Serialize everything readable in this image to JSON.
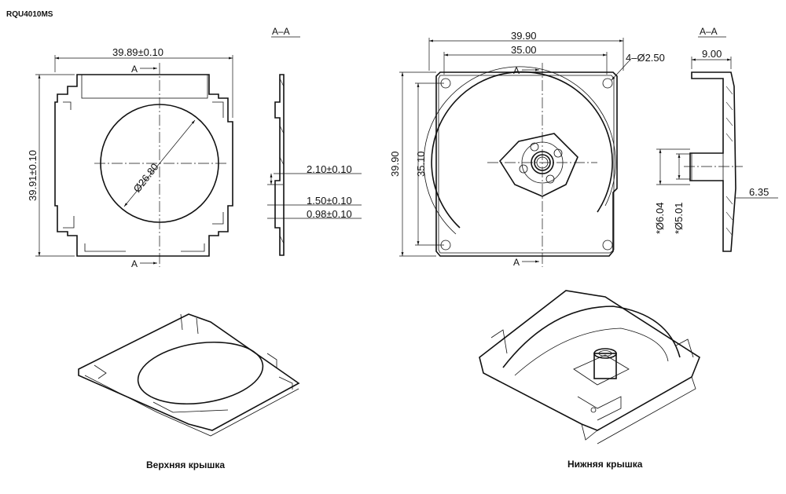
{
  "model": "RQU4010MS",
  "top_cover": {
    "caption": "Верхняя крышка",
    "width_dim": "39.89±0.10",
    "height_dim": "39.91±0.10",
    "diameter_dim": "Ø26.80",
    "section_mark": "A"
  },
  "section_top": {
    "title": "A–A",
    "dim_1": "2.10±0.10",
    "dim_2": "1.50±0.10",
    "dim_3": "0.98±0.10"
  },
  "bottom_cover": {
    "caption": "Нижняя крышка",
    "width_outer": "39.90",
    "width_inner": "35.00",
    "height_outer": "39.90",
    "height_inner": "35.10",
    "holes": "4–Ø2.50",
    "section_mark": "A"
  },
  "section_bottom": {
    "title": "A–A",
    "dim_depth": "9.00",
    "dim_hub": "6.35",
    "dia_1": "*Ø6.04",
    "dia_2": "*Ø5.01"
  }
}
